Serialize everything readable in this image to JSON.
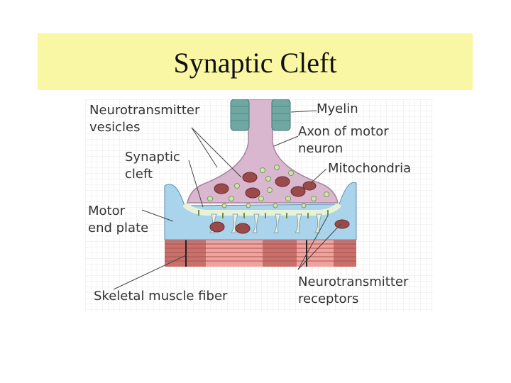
{
  "slide": {
    "title": "Synaptic Cleft"
  },
  "diagram": {
    "labels": {
      "neurotransmitter_vesicles": [
        "Neurotransmitter",
        "vesicles"
      ],
      "myelin": "Myelin",
      "axon": [
        "Axon of motor",
        "neuron"
      ],
      "synaptic_cleft": [
        "Synaptic",
        "cleft"
      ],
      "mitochondria": "Mitochondria",
      "motor_end_plate": [
        "Motor",
        "end plate"
      ],
      "skeletal_muscle_fiber": "Skeletal muscle fiber",
      "neurotransmitter_receptors": [
        "Neurotransmitter",
        "receptors"
      ]
    },
    "colors": {
      "title_bg": "#f9f6a4",
      "axon": "#d8b7cf",
      "myelin": "#6fa8a3",
      "mitochondria": "#9b4a4a",
      "vesicles": "#cfe3b0",
      "end_plate": "#a9d4ec",
      "muscle_dark": "#c9706b",
      "muscle_light": "#f0a39c"
    }
  }
}
